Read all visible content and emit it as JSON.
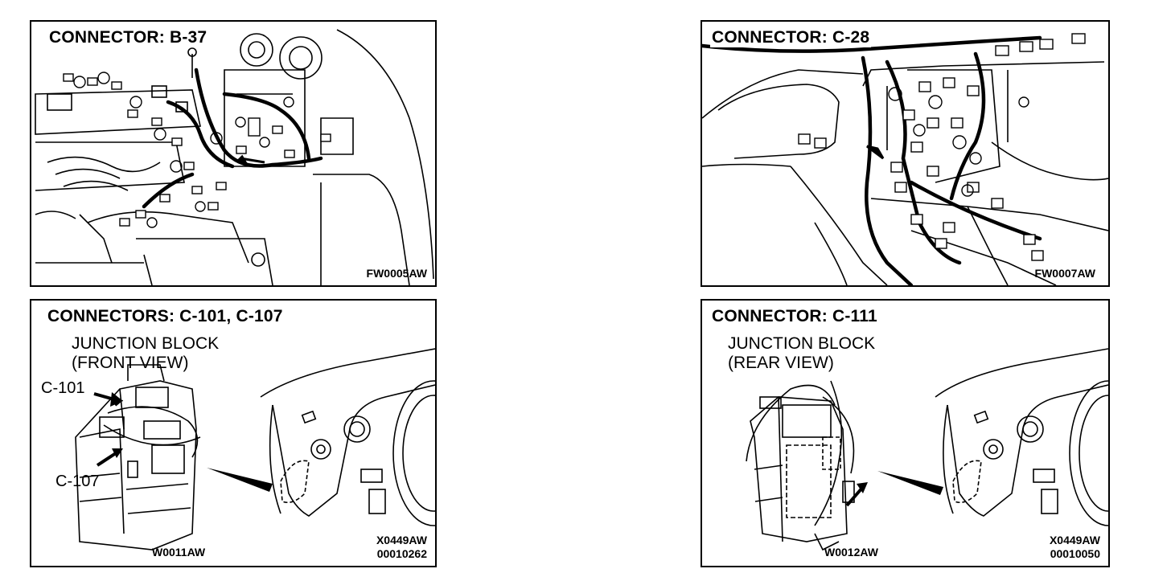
{
  "panels": [
    {
      "id": "b37",
      "title": "CONNECTOR:  B-37",
      "codes": [
        "FW0005AW"
      ]
    },
    {
      "id": "c28",
      "title": "CONNECTOR:  C-28",
      "codes": [
        "FW0007AW"
      ]
    },
    {
      "id": "c101",
      "title": "CONNECTORS:  C-101,  C-107",
      "subtitle": [
        "JUNCTION BLOCK",
        "(FRONT VIEW)"
      ],
      "callouts": [
        "C-101",
        "C-107"
      ],
      "left_code": "W0011AW",
      "codes": [
        "X0449AW",
        "00010262"
      ]
    },
    {
      "id": "c111",
      "title": "CONNECTOR:  C-111",
      "subtitle": [
        "JUNCTION BLOCK",
        "(REAR VIEW)"
      ],
      "left_code": "W0012AW",
      "codes": [
        "X0449AW",
        "00010050"
      ]
    }
  ]
}
